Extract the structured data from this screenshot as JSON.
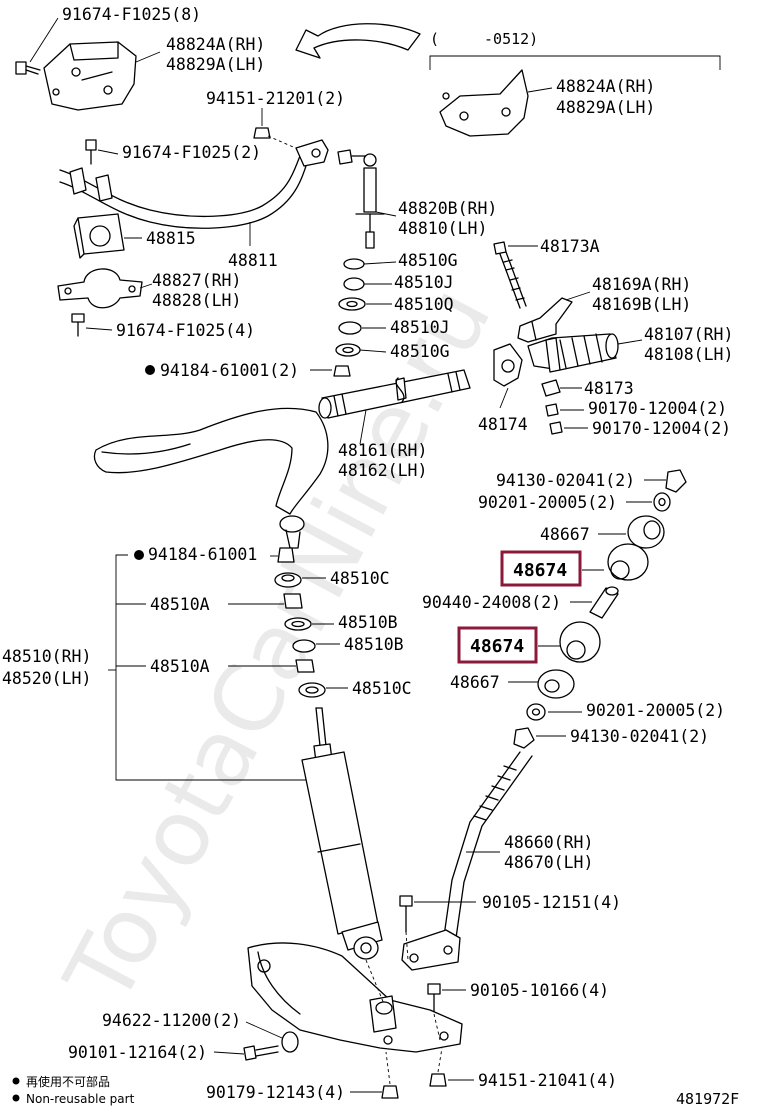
{
  "watermark": "ToyotaCarNine.ru",
  "date_note": "(　　　-0512)",
  "diagram_code": "481972F",
  "legend": {
    "jp": "再使用不可部品",
    "en": "Non-reusable part"
  },
  "labels": {
    "p91674_top": "91674-F1025(8)",
    "p48824a_rh": "48824A(RH)",
    "p48829a_lh": "48829A(LH)",
    "p48824a_rh_2": "48824A(RH)",
    "p48829a_lh_2": "48829A(LH)",
    "p94151_21201": "94151-21201(2)",
    "p91674_2": "91674-F1025(2)",
    "p48820b": "48820B(RH)",
    "p48810": "48810(LH)",
    "p48815": "48815",
    "p48811": "48811",
    "p48510g_1": "48510G",
    "p48510j_1": "48510J",
    "p48510q": "48510Q",
    "p48510j_2": "48510J",
    "p48510g_2": "48510G",
    "p48827": "48827(RH)",
    "p48828": "48828(LH)",
    "p91674_4": "91674-F1025(4)",
    "p94184_top": "94184-61001(2)",
    "p48173a": "48173A",
    "p48169a": "48169A(RH)",
    "p48169b": "48169B(LH)",
    "p48107": "48107(RH)",
    "p48108": "48108(LH)",
    "p48173": "48173",
    "p90170_1": "90170-12004(2)",
    "p90170_2": "90170-12004(2)",
    "p48174": "48174",
    "p48161": "48161(RH)",
    "p48162": "48162(LH)",
    "p94130_top": "94130-02041(2)",
    "p90201_top": "90201-20005(2)",
    "p48667_top": "48667",
    "p48674_top": "48674",
    "p90440": "90440-24008(2)",
    "p48674_bot": "48674",
    "p48667_bot": "48667",
    "p90201_bot": "90201-20005(2)",
    "p94130_bot": "94130-02041(2)",
    "p94184_mid": "94184-61001",
    "p48510c_1": "48510C",
    "p48510a_1": "48510A",
    "p48510b_1": "48510B",
    "p48510b_2": "48510B",
    "p48510a_2": "48510A",
    "p48510c_2": "48510C",
    "p48510": "48510(RH)",
    "p48520": "48520(LH)",
    "p48660": "48660(RH)",
    "p48670": "48670(LH)",
    "p90105_12151": "90105-12151(4)",
    "p90105_10166": "90105-10166(4)",
    "p94622": "94622-11200(2)",
    "p90101": "90101-12164(2)",
    "p90179": "90179-12143(4)",
    "p94151_21041": "94151-21041(4)"
  }
}
